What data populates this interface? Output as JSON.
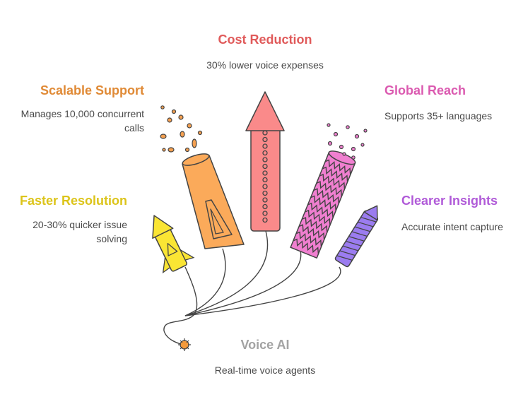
{
  "center": {
    "title": "Voice AI",
    "description": "Real-time voice agents",
    "color": "#a3a3a3"
  },
  "items": [
    {
      "key": "cost",
      "title": "Cost Reduction",
      "description": "30% lower voice expenses",
      "color": "#e05a5a",
      "fill": "#fa8a8a",
      "icon": "rocket-firework-icon"
    },
    {
      "key": "scalable",
      "title": "Scalable Support",
      "description": "Manages 10,000 concurrent calls",
      "color": "#e08a36",
      "fill": "#fbaa5a",
      "icon": "cone-firework-icon"
    },
    {
      "key": "global",
      "title": "Global Reach",
      "description": "Supports 35+ languages",
      "color": "#db5ab0",
      "fill": "#f07fd0",
      "icon": "zigzag-firework-icon"
    },
    {
      "key": "faster",
      "title": "Faster Resolution",
      "description": "20-30% quicker issue solving",
      "color": "#dcc41a",
      "fill": "#fae534",
      "icon": "small-rocket-icon"
    },
    {
      "key": "clearer",
      "title": "Clearer Insights",
      "description": "Accurate intent capture",
      "color": "#b05ad8",
      "fill": "#9b7cf0",
      "icon": "striped-firework-icon"
    }
  ]
}
